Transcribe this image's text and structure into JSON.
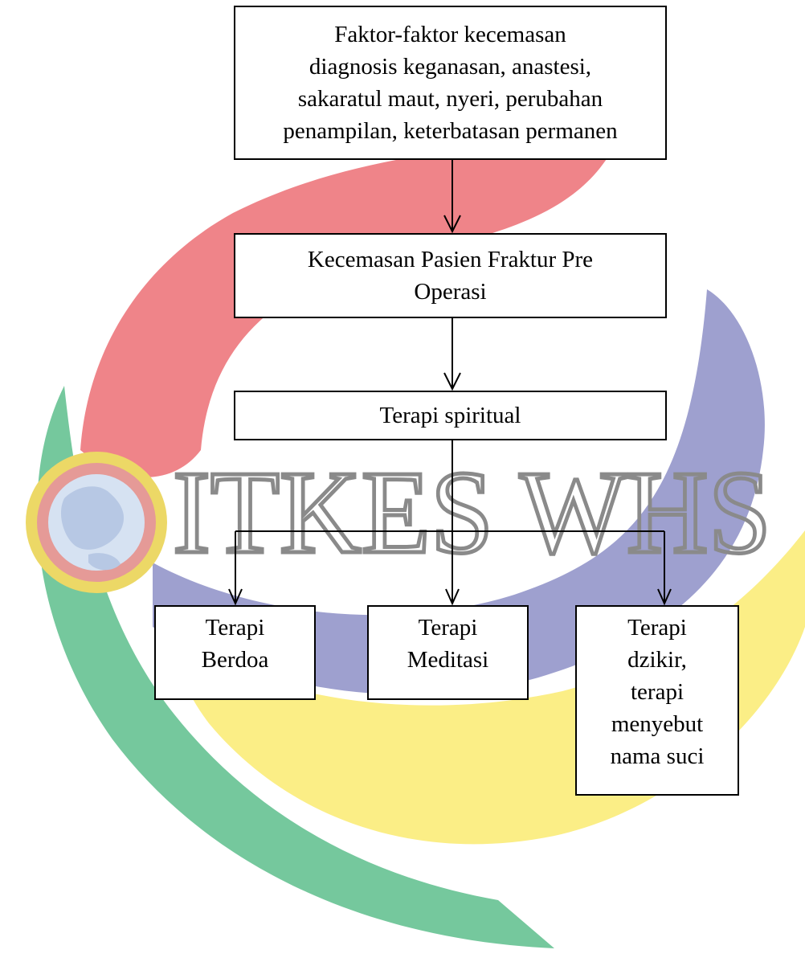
{
  "watermark": {
    "text": "ITKES WHS",
    "colors": {
      "red": "#ef8489",
      "blue": "#9ea0cf",
      "yellow": "#fbee86",
      "green": "#75c89d",
      "letters": "#8a8a8a",
      "seal_ring": "#ecd866",
      "seal_inner": "#e59a97",
      "seal_globe": "#d6e2f2"
    }
  },
  "boxes": {
    "factors": {
      "line1": "Faktor-faktor kecemasan",
      "line2": "diagnosis keganasan, anastesi,",
      "line3": "sakaratul maut, nyeri, perubahan",
      "line4": "penampilan, keterbatasan permanen"
    },
    "anxiety": {
      "line1": "Kecemasan Pasien Fraktur Pre",
      "line2": "Operasi"
    },
    "spiritual": {
      "line1": "Terapi spiritual"
    },
    "berdoa": {
      "line1": "Terapi",
      "line2": "Berdoa"
    },
    "meditasi": {
      "line1": "Terapi",
      "line2": "Meditasi"
    },
    "dzikir": {
      "line1": "Terapi",
      "line2": "dzikir,",
      "line3": "terapi",
      "line4": "menyebut",
      "line5": "nama suci"
    }
  }
}
